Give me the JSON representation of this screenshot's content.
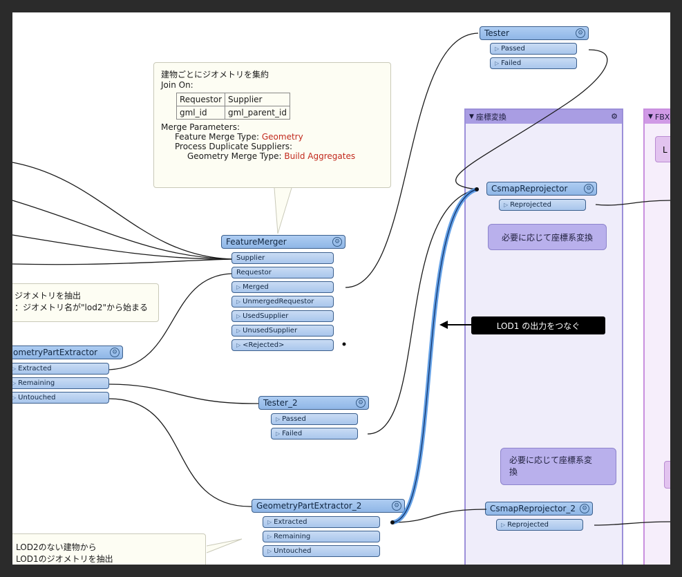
{
  "bookmarks": {
    "coord": {
      "title": "座標変換"
    },
    "fbx": {
      "title": "FBX"
    }
  },
  "notes": {
    "merge": {
      "title": "建物ごとにジオメトリを集約",
      "join_on": "Join On:",
      "table": [
        [
          "Requestor",
          "Supplier"
        ],
        [
          "gml_id",
          "gml_parent_id"
        ]
      ],
      "merge_params": "Merge Parameters:",
      "feature_merge_type_label": "Feature Merge Type:",
      "feature_merge_type_value": "Geometry",
      "process_dup": "Process Duplicate Suppliers:",
      "geometry_merge_type_label": "Geometry Merge Type:",
      "geometry_merge_type_value": "Build Aggregates"
    },
    "extract": {
      "line1": "ジオメトリを抽出",
      "line2": "：ジオメトリ名が\"lod2\"から始まる"
    },
    "lod1": {
      "line1": "LOD2のない建物から",
      "line2": "LOD1のジオメトリを抽出"
    }
  },
  "bubbles": {
    "reproj1": "必要に応じて座標系変換",
    "reproj2_line1": "必要に応じて座標系変",
    "reproj2_line2": "換"
  },
  "callout": "LOD1 の出力をつなぐ",
  "transformers": {
    "tester": {
      "name": "Tester",
      "ports": [
        "Passed",
        "Failed"
      ]
    },
    "csmap": {
      "name": "CsmapReprojector",
      "ports": [
        "Reprojected"
      ]
    },
    "featuremerger": {
      "name": "FeatureMerger",
      "inputs": [
        "Supplier",
        "Requestor"
      ],
      "ports": [
        "Merged",
        "UnmergedRequestor",
        "UsedSupplier",
        "UnusedSupplier",
        "<Rejected>"
      ]
    },
    "gpe": {
      "name": "ometryPartExtractor",
      "ports": [
        "Extracted",
        "Remaining",
        "Untouched"
      ]
    },
    "tester2": {
      "name": "Tester_2",
      "ports": [
        "Passed",
        "Failed"
      ]
    },
    "gpe2": {
      "name": "GeometryPartExtractor_2",
      "ports": [
        "Extracted",
        "Remaining",
        "Untouched"
      ]
    },
    "csmap2": {
      "name": "CsmapReprojector_2",
      "ports": [
        "Reprojected"
      ]
    }
  },
  "colors": {
    "transformer": "#9dc0ec",
    "bookmark_coord": "#a99de3",
    "bookmark_fbx": "#d09ae6",
    "highlight_wire": "#4a90e2",
    "note_red": "#c2291d"
  }
}
